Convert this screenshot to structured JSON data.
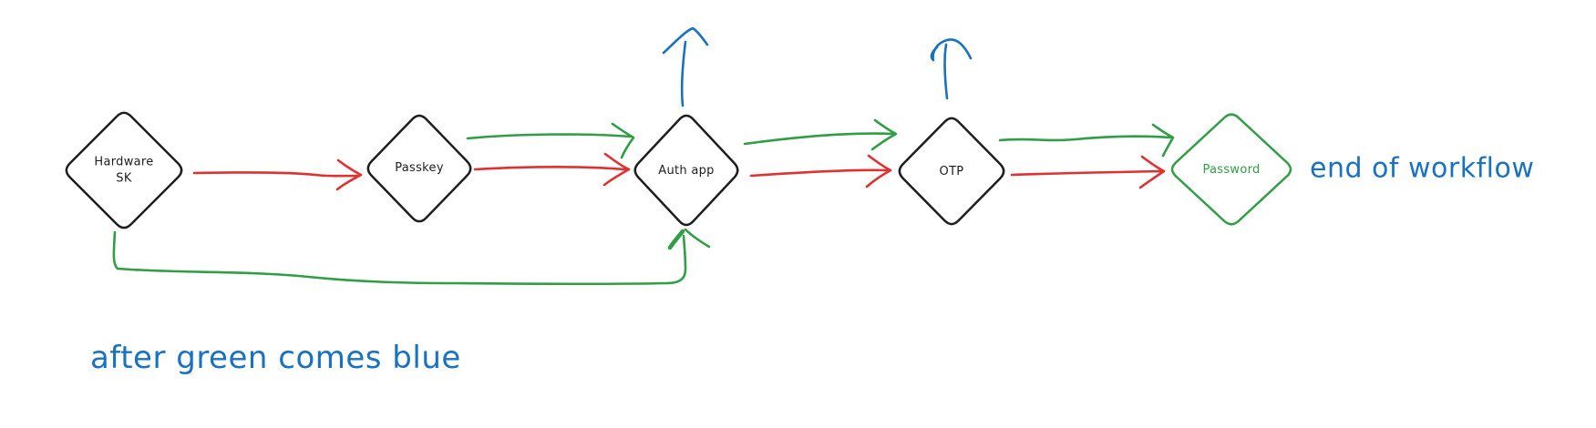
{
  "app": {
    "background": "#ffffff"
  },
  "colors": {
    "ink": "#1e1e1e",
    "red": "#e03131",
    "green": "#2f9e44",
    "blue": "#1971c2"
  },
  "diagram": {
    "nodes": [
      {
        "id": "hardware-sk",
        "shape": "diamond",
        "label": "Hardware\nSK",
        "color": "ink"
      },
      {
        "id": "passkey",
        "shape": "diamond",
        "label": "Passkey",
        "color": "ink"
      },
      {
        "id": "auth-app",
        "shape": "diamond",
        "label": "Auth app",
        "color": "ink"
      },
      {
        "id": "otp",
        "shape": "diamond",
        "label": "OTP",
        "color": "ink"
      },
      {
        "id": "password",
        "shape": "diamond",
        "label": "Password",
        "color": "green"
      }
    ],
    "edges": [
      {
        "from": "hardware-sk",
        "to": "passkey",
        "color": "red"
      },
      {
        "from": "passkey",
        "to": "auth-app",
        "color": "red"
      },
      {
        "from": "auth-app",
        "to": "otp",
        "color": "red"
      },
      {
        "from": "otp",
        "to": "password",
        "color": "red"
      },
      {
        "from": "passkey",
        "to": "auth-app",
        "color": "green",
        "route": "above"
      },
      {
        "from": "auth-app",
        "to": "otp",
        "color": "green",
        "route": "above"
      },
      {
        "from": "otp",
        "to": "password",
        "color": "green",
        "route": "above"
      },
      {
        "from": "hardware-sk",
        "to": "auth-app",
        "color": "green",
        "route": "below"
      },
      {
        "from": "auth-app",
        "direction": "up",
        "color": "blue"
      },
      {
        "from": "otp",
        "direction": "up",
        "color": "blue"
      }
    ],
    "annotations": [
      {
        "id": "end-of-workflow",
        "text": "end of workflow",
        "color": "blue"
      },
      {
        "id": "after-green-comes-blue",
        "text": "after green comes blue",
        "color": "blue"
      }
    ]
  }
}
